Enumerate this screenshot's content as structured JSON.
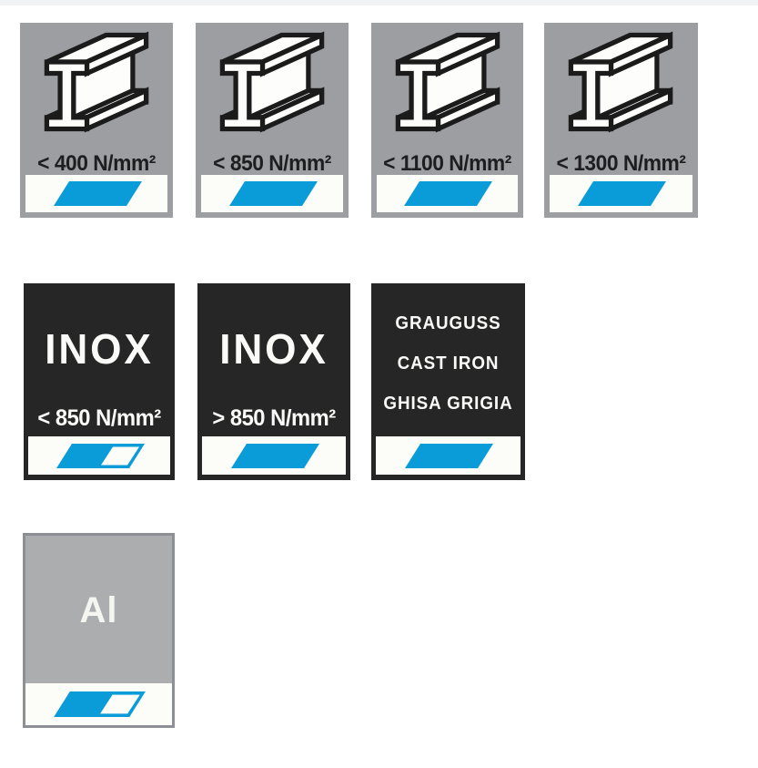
{
  "page": {
    "background": "#ffffff",
    "top_bar_color": "#f2f3f5"
  },
  "colors": {
    "tile_gray": "#9c9ea1",
    "tile_dark": "#262626",
    "aluminium_fill": "#abadaf",
    "aluminium_border": "#8c8f93",
    "accent_blue": "#0a9cd8",
    "strip_white": "#fcfcf9",
    "label_dark": "#1e1e20",
    "label_light": "#fafaf8"
  },
  "icons": {
    "ibeam": "i-beam-icon",
    "solid_marker": "solid-parallelogram-icon",
    "split_marker": "split-parallelogram-icon"
  },
  "tiles": {
    "steel": [
      {
        "label": "< 400 N/mm²",
        "marker": "solid"
      },
      {
        "label": "< 850 N/mm²",
        "marker": "solid"
      },
      {
        "label": "< 1100 N/mm²",
        "marker": "solid"
      },
      {
        "label": "< 1300 N/mm²",
        "marker": "solid"
      }
    ],
    "inox": [
      {
        "title": "INOX",
        "label": "< 850 N/mm²",
        "marker": "split"
      },
      {
        "title": "INOX",
        "label": "> 850 N/mm²",
        "marker": "solid"
      }
    ],
    "cast_iron": {
      "lines": [
        "GRAUGUSS",
        "CAST IRON",
        "GHISA GRIGIA"
      ],
      "marker": "solid"
    },
    "aluminium": {
      "title": "Al",
      "marker": "split"
    }
  }
}
